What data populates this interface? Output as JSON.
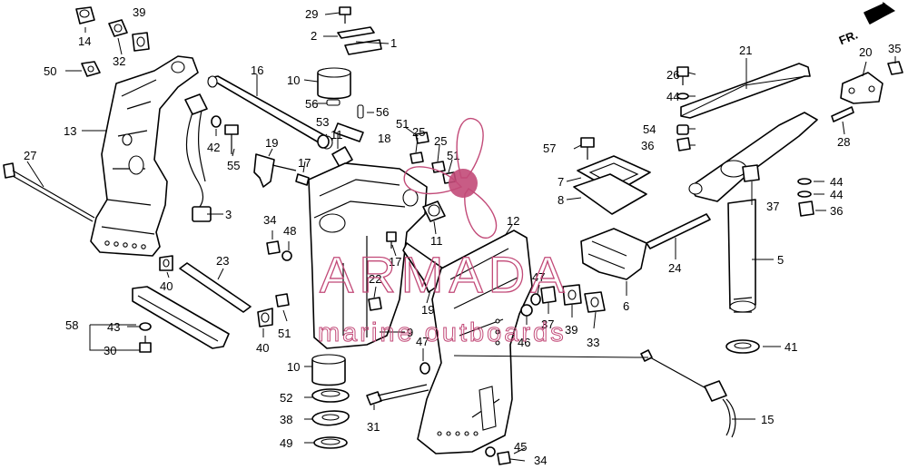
{
  "labels": {
    "n1": "1",
    "n2": "2",
    "n3": "3",
    "n5": "5",
    "n6": "6",
    "n7": "7",
    "n8": "8",
    "n9": "9",
    "n10a": "10",
    "n10b": "10",
    "n11a": "11",
    "n11b": "11",
    "n12": "12",
    "n13": "13",
    "n14": "14",
    "n15": "15",
    "n16": "16",
    "n17a": "17",
    "n17b": "17",
    "n18": "18",
    "n19a": "19",
    "n19b": "19",
    "n20": "20",
    "n21": "21",
    "n22": "22",
    "n23": "23",
    "n24": "24",
    "n25a": "25",
    "n25b": "25",
    "n26": "26",
    "n27": "27",
    "n28": "28",
    "n29": "29",
    "n30": "30",
    "n31": "31",
    "n32": "32",
    "n33": "33",
    "n34a": "34",
    "n34b": "34",
    "n35": "35",
    "n36a": "36",
    "n36b": "36",
    "n37a": "37",
    "n37b": "37",
    "n38": "38",
    "n39a": "39",
    "n39b": "39",
    "n40a": "40",
    "n40b": "40",
    "n41": "41",
    "n42": "42",
    "n43": "43",
    "n44a": "44",
    "n44b": "44",
    "n44c": "44",
    "n45": "45",
    "n46": "46",
    "n47a": "47",
    "n47b": "47",
    "n48": "48",
    "n49": "49",
    "n50": "50",
    "n51a": "51",
    "n51b": "51",
    "n51c": "51",
    "n52": "52",
    "n53": "53",
    "n54": "54",
    "n55": "55",
    "n56a": "56",
    "n56b": "56",
    "n57": "57",
    "n58": "58"
  },
  "direction": {
    "label": "FR."
  },
  "watermark": {
    "brand": "ARMADA",
    "tagline": "marine outboards",
    "color": "#c24a78"
  }
}
